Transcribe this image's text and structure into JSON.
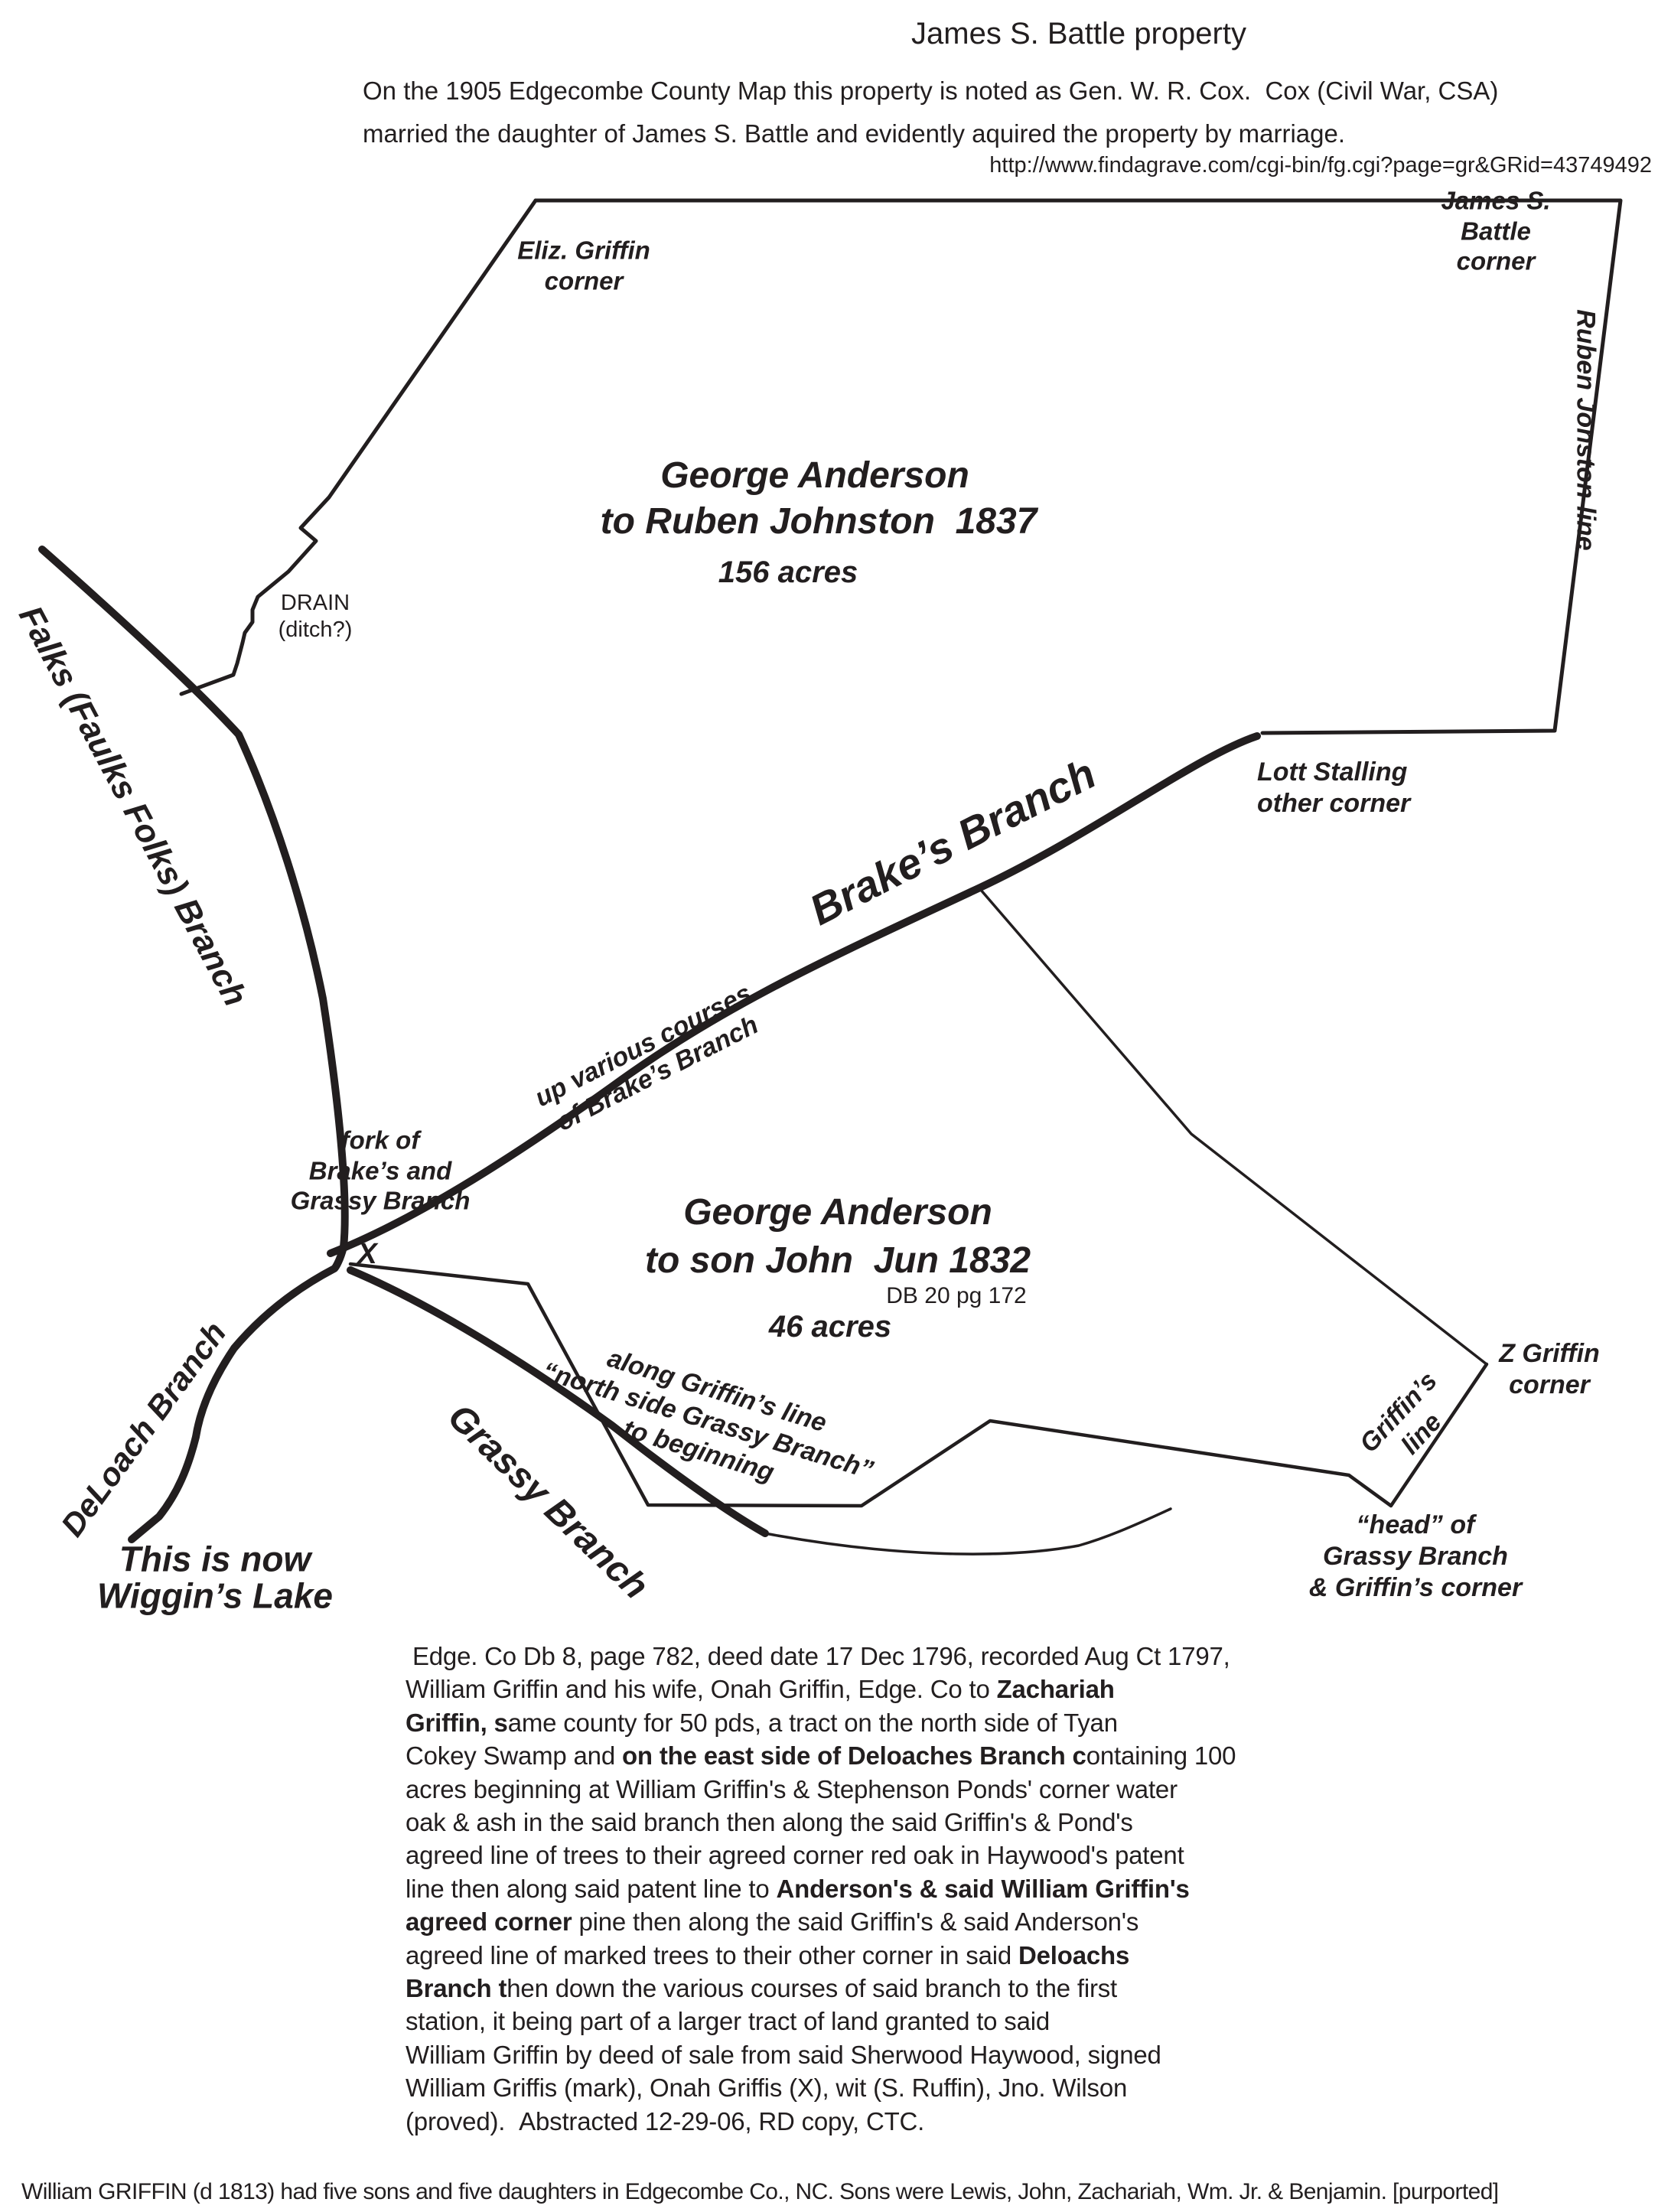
{
  "header": {
    "title": "James S. Battle property",
    "intro_line1": "On the 1905 Edgecombe County Map this property is noted as Gen. W. R. Cox.  Cox (Civil War, CSA)",
    "intro_line2": "married the daughter of James S. Battle and evidently aquired the property by marriage.",
    "source_url": "http://www.findagrave.com/cgi-bin/fg.cgi?page=gr&GRid=43749492"
  },
  "map": {
    "corners": {
      "eliz_griffin": "Eliz. Griffin\ncorner",
      "james_battle": "James S. Battle\ncorner",
      "lott_stalling": "Lott Stalling\nother corner",
      "z_griffin": "Z Griffin\ncorner",
      "grassy_head": "“head” of\nGrassy Branch\n& Griffin’s corner"
    },
    "notes": {
      "ruben_jonston_line": "Ruben Jonston line",
      "griffins_line": "Griffin’s\nline",
      "drain": "DRAIN\n(ditch?)",
      "fork": "fork of\nBrake’s and\nGrassy Branch",
      "fork_x": "X",
      "along_griffin": "along Griffin’s line\n“north side Grassy Branch”\nto beginning",
      "up_courses": "up various courses\nof Brake’s Branch",
      "wiggins": "This is now\nWiggin’s Lake"
    },
    "branches": {
      "falks": "Falks (Faulks Folks) Branch",
      "brakes": "Brake’s Branch",
      "grassy": "Grassy Branch",
      "deloach": "DeLoach Branch"
    },
    "tracts": {
      "johnston": {
        "line1": "George Anderson",
        "line2": "to Ruben Johnston  1837",
        "acres": "156 acres"
      },
      "john": {
        "line1": "George Anderson",
        "line2": "to son John  Jun 1832",
        "deed_ref": "DB 20 pg 172",
        "acres": "46 acres"
      }
    }
  },
  "deed_abstract": {
    "lines": [
      [
        {
          "t": " Edge. Co Db 8, page 782, deed date 17 Dec 1796, recorded Aug Ct 1797,",
          "b": 0
        }
      ],
      [
        {
          "t": "William Griffin and his wife, Onah Griffin, Edge. Co to ",
          "b": 0
        },
        {
          "t": "Zachariah",
          "b": 1
        }
      ],
      [
        {
          "t": "Griffin, s",
          "b": 1
        },
        {
          "t": "ame county for 50 pds, a tract on the north side of Tyan",
          "b": 0
        }
      ],
      [
        {
          "t": "Cokey Swamp and ",
          "b": 0
        },
        {
          "t": "on the east side of Deloaches Branch c",
          "b": 1
        },
        {
          "t": "ontaining 100",
          "b": 0
        }
      ],
      [
        {
          "t": "acres beginning at William Griffin's & Stephenson Ponds' corner water",
          "b": 0
        }
      ],
      [
        {
          "t": "oak & ash in the said branch then along the said Griffin's & Pond's",
          "b": 0
        }
      ],
      [
        {
          "t": "agreed line of trees to their agreed corner red oak in Haywood's patent",
          "b": 0
        }
      ],
      [
        {
          "t": "line then along said patent line to ",
          "b": 0
        },
        {
          "t": "Anderson's & said William Griffin's",
          "b": 1
        }
      ],
      [
        {
          "t": "agreed corner",
          "b": 1
        },
        {
          "t": " pine then along the said Griffin's & said Anderson's",
          "b": 0
        }
      ],
      [
        {
          "t": "agreed line of marked trees to their other corner in said ",
          "b": 0
        },
        {
          "t": "Deloachs",
          "b": 1
        }
      ],
      [
        {
          "t": "Branch t",
          "b": 1
        },
        {
          "t": "hen down the various courses of said branch to the first",
          "b": 0
        }
      ],
      [
        {
          "t": "station, it being part of a larger tract of land granted to said",
          "b": 0
        }
      ],
      [
        {
          "t": "William Griffin by deed of sale from said Sherwood Haywood, signed",
          "b": 0
        }
      ],
      [
        {
          "t": "William Griffis (mark), Onah Griffis (X), wit (S. Ruffin), Jno. Wilson",
          "b": 0
        }
      ],
      [
        {
          "t": "(proved).  Abstracted 12-29-06, RD copy, CTC.",
          "b": 0
        }
      ]
    ]
  },
  "footnote": "William GRIFFIN (d 1813) had five sons and five daughters in Edgecombe Co., NC. Sons were Lewis, John, Zachariah, Wm. Jr. & Benjamin. [purported]"
}
